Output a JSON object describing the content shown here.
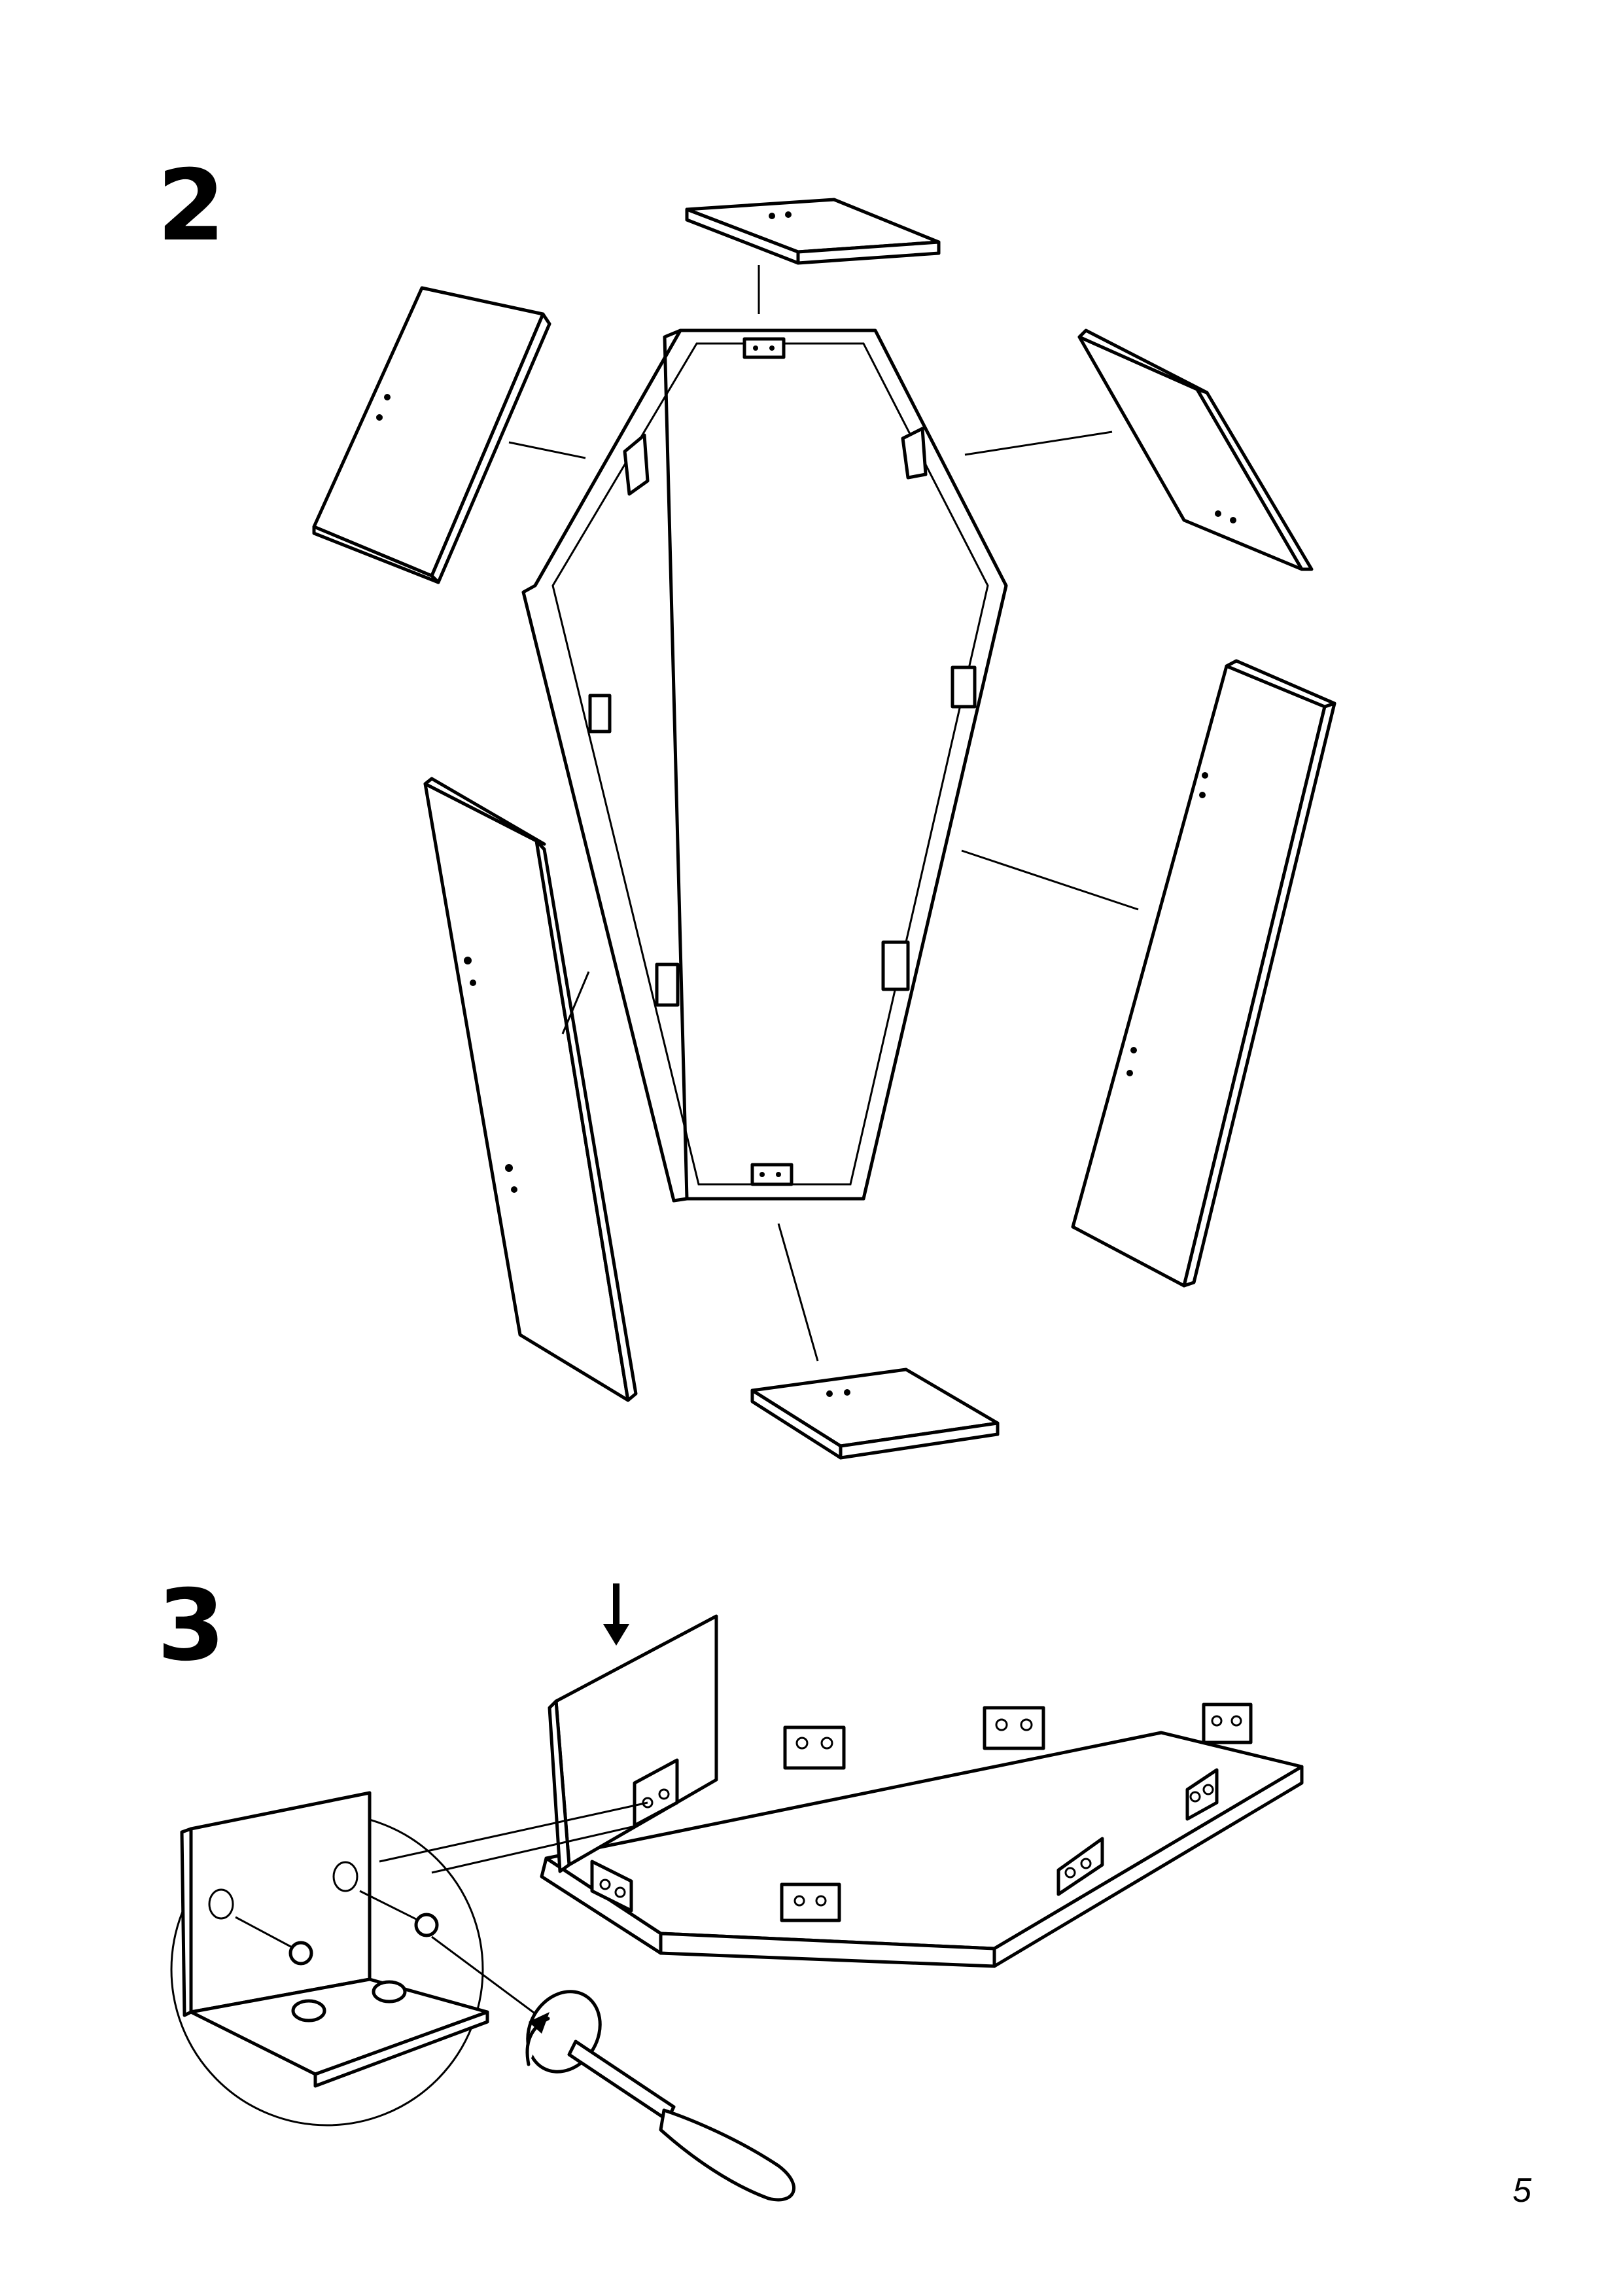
{
  "steps": {
    "step2": {
      "number": "2"
    },
    "step3": {
      "number": "3"
    }
  },
  "page": {
    "number": "5"
  }
}
